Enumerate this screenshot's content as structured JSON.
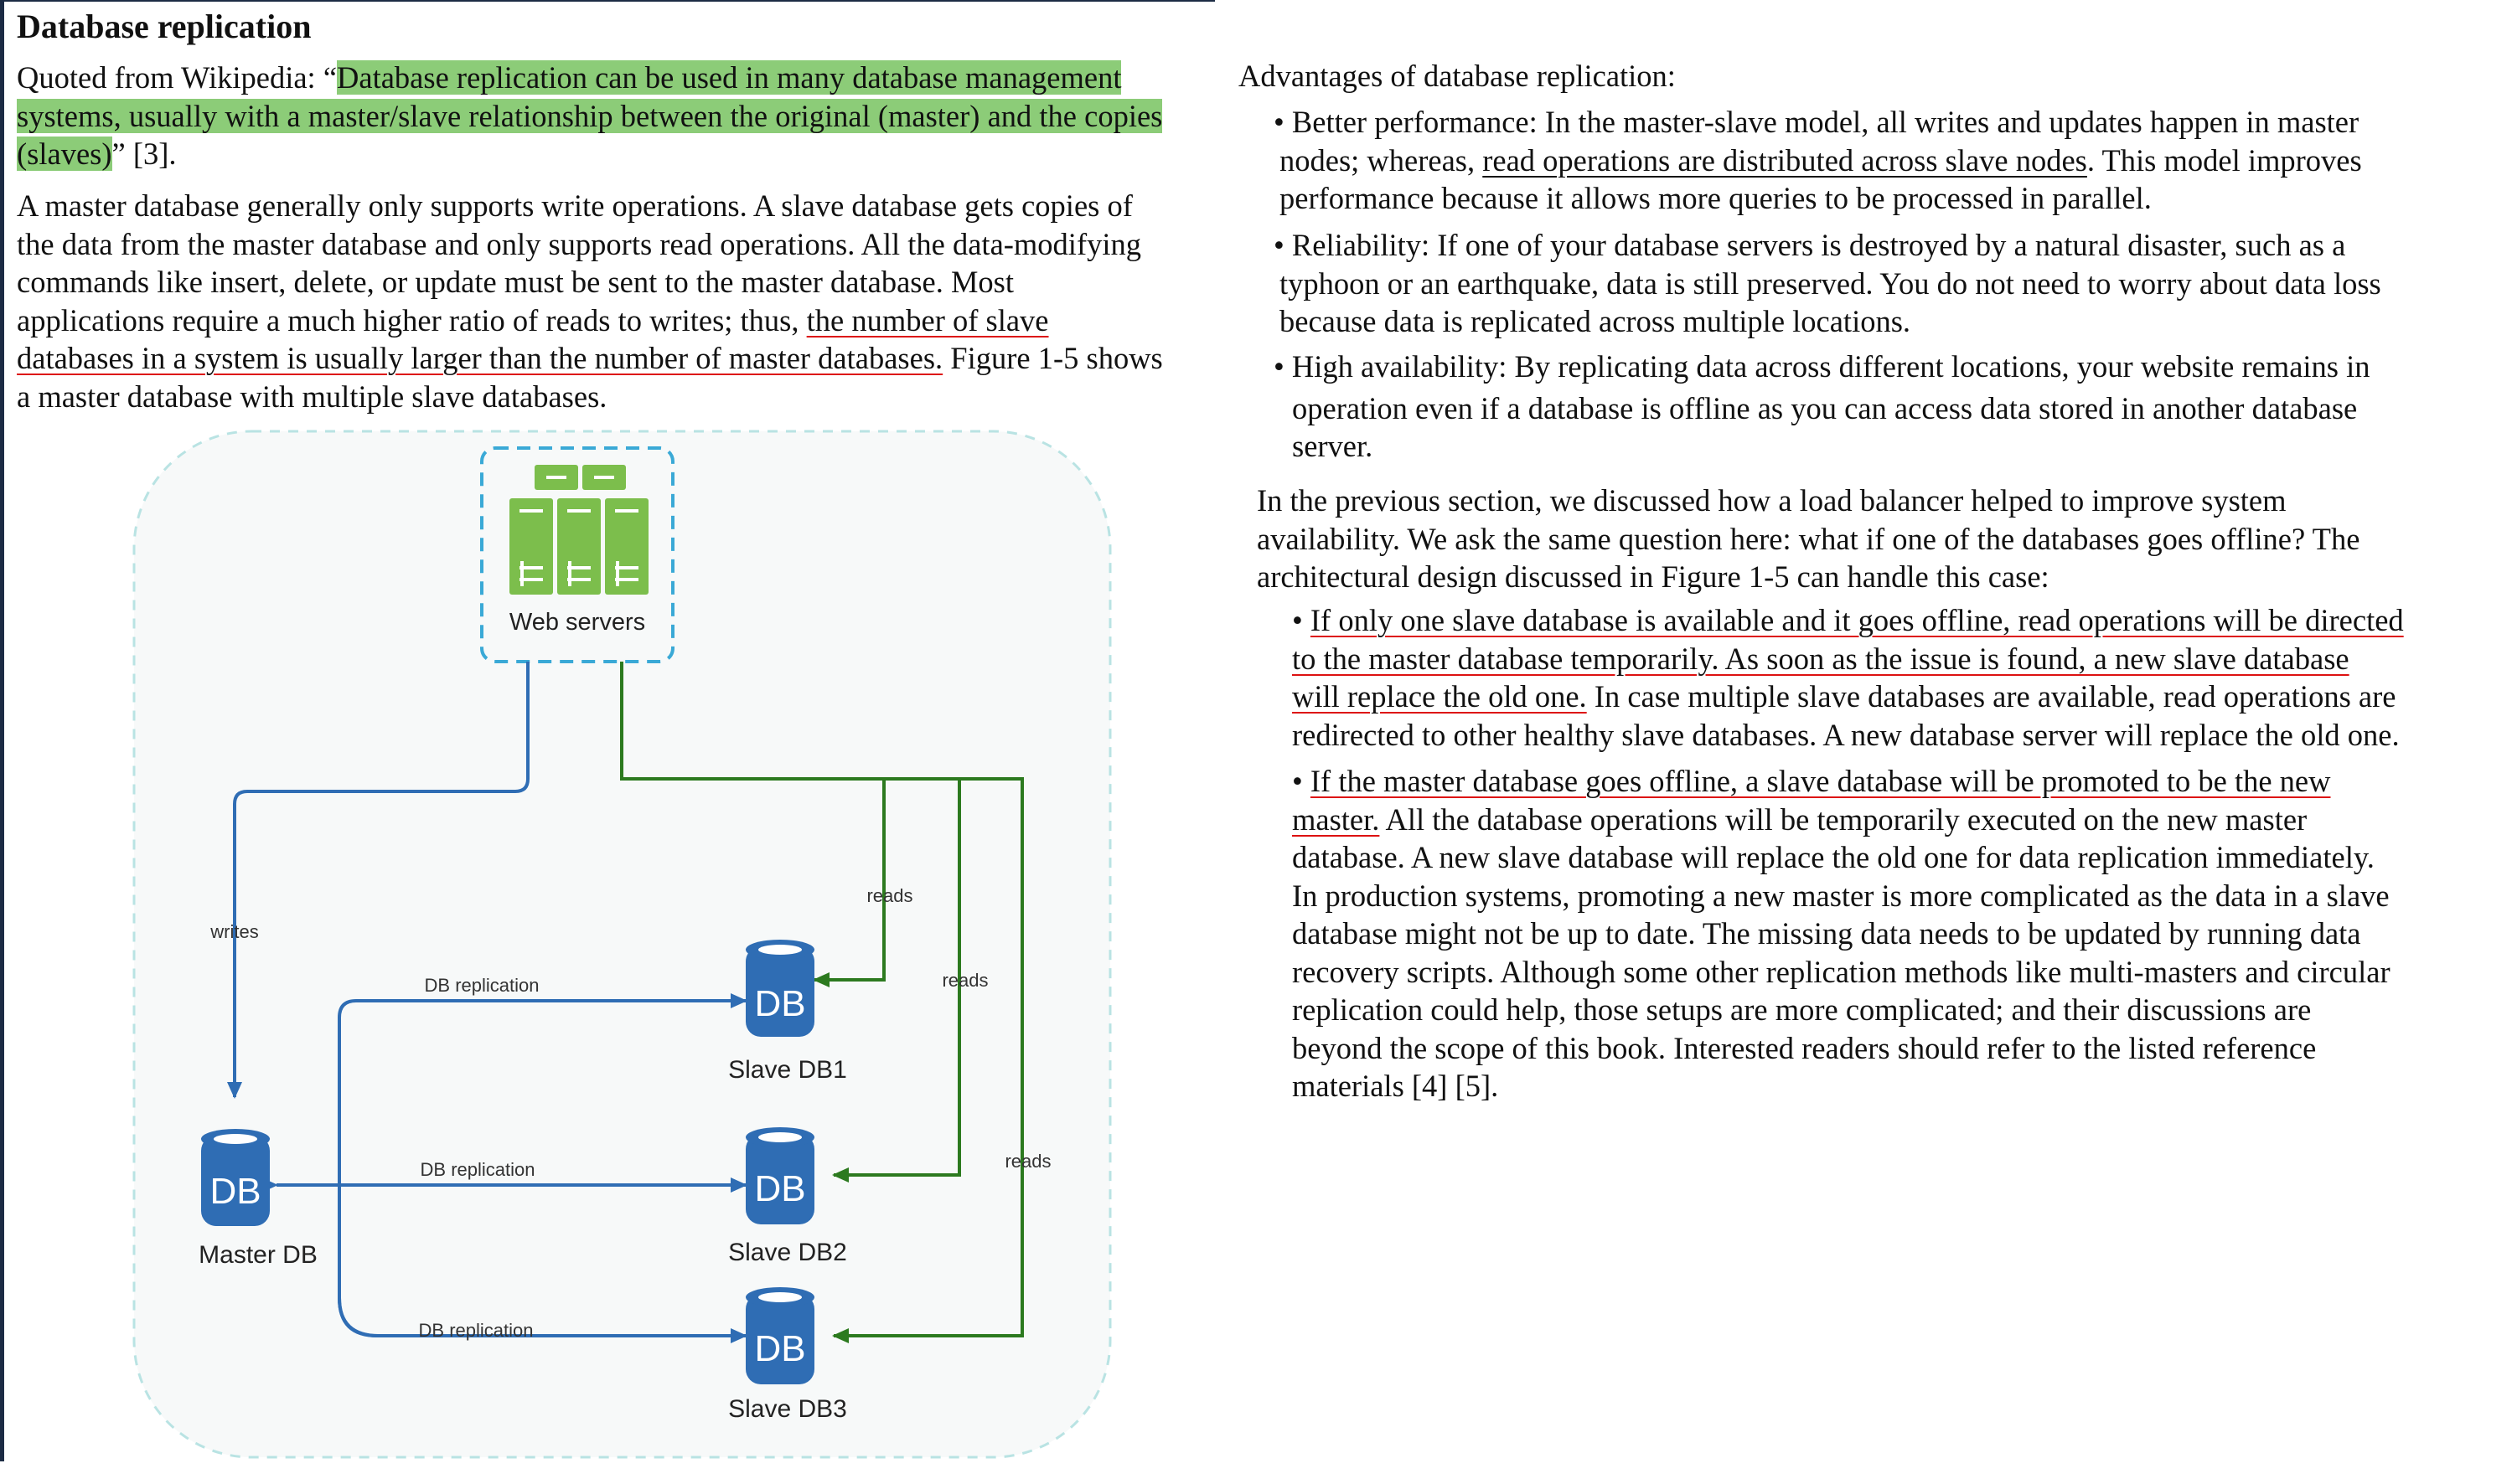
{
  "heading": "Database replication",
  "intro": {
    "prefix": "Quoted from Wikipedia: “",
    "quote_line1": "Database replication can be used in many database management",
    "quote_line2": "systems, usually with a master/slave relationship between the original (master) and the copies",
    "quote_line3": "(slaves)",
    "suffix": "” [3]."
  },
  "para2": {
    "line1": "A master database generally only supports write operations. A slave database gets copies of",
    "line2": "the data from the master database and only supports read operations. All the data-modifying",
    "line3": "commands like insert, delete, or update must be sent to the master database. Most",
    "line4_plain": "applications require a much higher ratio of reads to writes; thus, ",
    "line4_ul": "the number of slave",
    "line5_ul": "databases in a system is usually larger than the number of master databases.",
    "line5_plain": " Figure 1-5 shows",
    "line6": "a master database with multiple slave databases."
  },
  "diagram": {
    "web_servers_label": "Web servers",
    "master_label": "Master DB",
    "slave1_label": "Slave DB1",
    "slave2_label": "Slave DB2",
    "slave3_label": "Slave DB3",
    "db_glyph": "DB",
    "writes_label": "writes",
    "reads_label": "reads",
    "replication_label": "DB replication",
    "colors": {
      "blue": "#2f6db4",
      "green": "#2c7a1f",
      "server_green": "#7cbe4c",
      "dashed": "#3aa9d6",
      "panel": "#f7f9f9"
    }
  },
  "right": {
    "advantages_title": "Advantages of database replication:",
    "b1_l1": "• Better performance: In the master-slave model, all writes and updates happen in master",
    "b1_l2_plain": "nodes; whereas, ",
    "b1_l2_ul": "read operations are distributed across slave nodes",
    "b1_l2_end": ". This model improves",
    "b1_l3": "performance because it allows more queries to be processed in parallel.",
    "b2_l1": "• Reliability: If one of your database servers is destroyed by a natural disaster, such as a",
    "b2_l2": "typhoon or an earthquake, data is still preserved. You do not need to worry about data loss",
    "b2_l3": "because data is replicated across multiple locations.",
    "b3_l1": "• High availability: By replicating data across different locations, your website remains in",
    "b3_l2": "operation even if a database is offline as you can access data stored in another database",
    "b3_l3": "server.",
    "p2_l1": "In the previous section, we discussed how a load balancer helped to improve system",
    "p2_l2": "availability. We ask the same question here: what if one of the databases goes offline? The",
    "p2_l3": "architectural design discussed in Figure 1-5 can handle this case:",
    "c1_l1_bullet": "• ",
    "c1_l1_ul": "If only one slave database is available and it goes offline, read operations will be directed",
    "c1_l2_ul": "to the master database temporarily. As soon as the issue is found, a new slave database",
    "c1_l3_ul": "will replace the old one.",
    "c1_l3_plain": " In case multiple slave databases are available, read operations are",
    "c1_l4": "redirected to other healthy slave databases. A new database server will replace the old one.",
    "c2_l1_bullet": "• ",
    "c2_l1_ul": "If the master database goes offline, a slave database will be promoted to be the new",
    "c2_l2_ul": "master.",
    "c2_l2_plain": " All the database operations will be temporarily executed on the new master",
    "c2_l3": "database. A new slave database will replace the old one for data replication immediately.",
    "c2_l4": "In production systems, promoting a new master is more complicated as the data in a slave",
    "c2_l5": "database might not be up to date. The missing data needs to be updated by running data",
    "c2_l6": "recovery scripts. Although some other replication methods like multi-masters and circular",
    "c2_l7": "replication could help, those setups are more complicated; and their discussions are",
    "c2_l8": "beyond the scope of this book. Interested readers should refer to the listed reference",
    "c2_l9": "materials [4] [5]."
  }
}
